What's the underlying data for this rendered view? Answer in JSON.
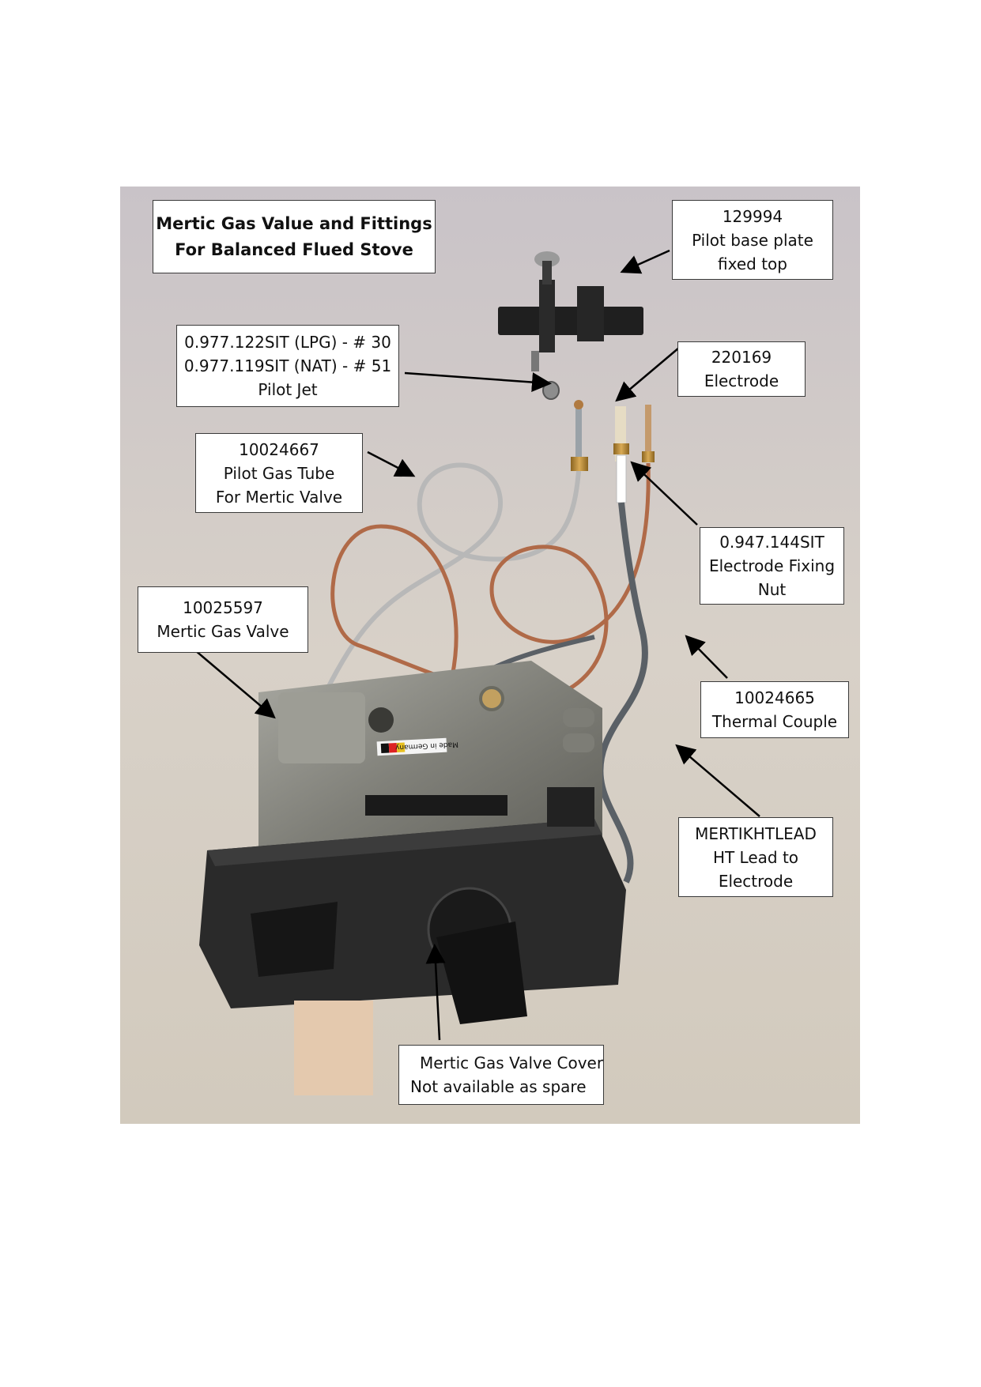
{
  "title": {
    "line1": "Mertic Gas Value and Fittings",
    "line2": "For Balanced Flued Stove"
  },
  "labels": {
    "pilot_base_plate": [
      "129994",
      "Pilot base plate",
      "fixed top"
    ],
    "pilot_jet": [
      "0.977.122SIT (LPG) - # 30",
      "0.977.119SIT (NAT) - # 51",
      "Pilot Jet"
    ],
    "electrode": [
      "220169",
      "Electrode"
    ],
    "pilot_gas_tube": [
      "10024667",
      "Pilot Gas Tube",
      "For Mertic Valve"
    ],
    "electrode_fixing_nut": [
      "0.947.144SIT",
      "Electrode Fixing",
      "Nut"
    ],
    "gas_valve": [
      "10025597",
      "Mertic Gas Valve"
    ],
    "thermal_couple": [
      "10024665",
      "Thermal Couple"
    ],
    "ht_lead": [
      "MERTIKHTLEAD",
      "HT Lead to",
      "Electrode"
    ],
    "valve_cover": [
      "Mertic Gas Valve Cover",
      "Not available as spare"
    ]
  },
  "photo": {
    "valve_stamp": "Made in Germany"
  },
  "colors": {
    "background_cloth": "#d6cfc6",
    "valve_body": "#8a8a84",
    "cover": "#2a2a2a",
    "copper": "#b06a48",
    "grey_lead": "#5a6066",
    "silver_tube": "#b8b8b8"
  }
}
